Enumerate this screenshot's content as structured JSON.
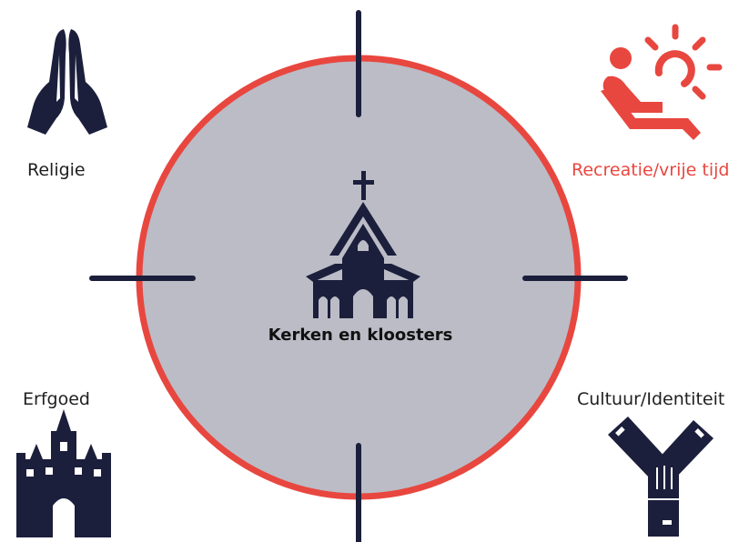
{
  "center": {
    "label": "Kerken en kloosters"
  },
  "quadrants": {
    "top_left": {
      "label": "Religie",
      "icon": "praying-hands-icon"
    },
    "top_right": {
      "label": "Recreatie/vrije tijd",
      "icon": "relaxing-in-sun-icon"
    },
    "bottom_left": {
      "label": "Erfgoed",
      "icon": "castle-icon"
    },
    "bottom_right": {
      "label": "Cultuur/Identiteit",
      "icon": "joined-hands-icon"
    }
  },
  "colors": {
    "navy": "#1b1f3b",
    "accent": "#e8473f",
    "circle_fill": "#bbbcc6",
    "text": "#1f1f1f"
  }
}
